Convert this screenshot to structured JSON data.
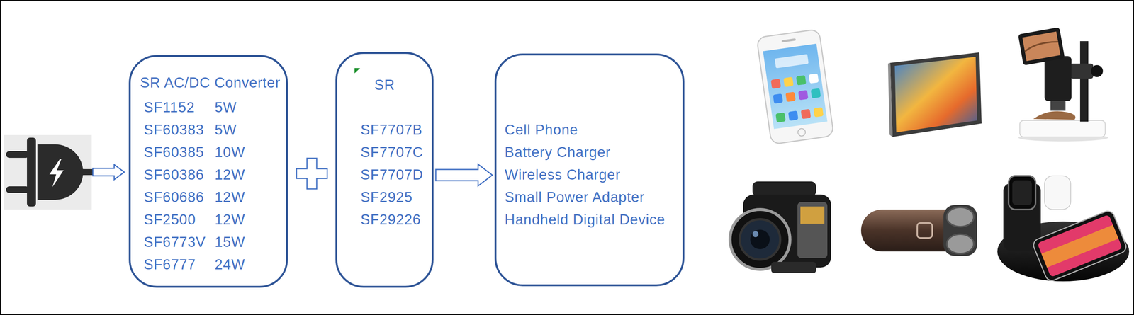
{
  "diagram": {
    "nodes": [
      {
        "text": [
          "SR AC/DC Converter",
          "SF1152",
          "5W",
          "SF60383",
          "5W",
          "SF60385",
          "10W",
          "SF60386",
          "12W",
          "SF60686",
          "12W",
          "SF2500",
          "12W",
          "SF6773V",
          "15W",
          "SF6777",
          "24W"
        ]
      },
      {
        "text": [
          "SR",
          "SF7707B",
          "SF7707C",
          "SF7707D",
          "SF2925",
          "SF29226"
        ]
      },
      {
        "text": [
          "Cell Phone",
          "Battery Charger",
          "Wireless Charger",
          "Small Power Adapter",
          "Handheld Digital Device"
        ]
      }
    ],
    "edges": [
      {
        "from": 1,
        "to": 2,
        "arrow": "to"
      }
    ]
  }
}
